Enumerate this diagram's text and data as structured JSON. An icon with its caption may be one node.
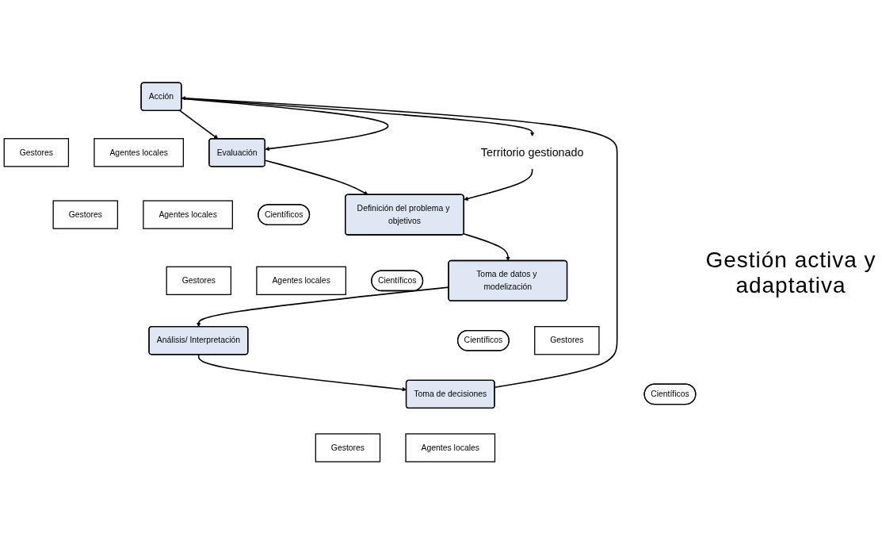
{
  "diagram": {
    "nodes": [
      {
        "text": [
          "Acción"
        ]
      },
      {
        "text": [
          "Gestores"
        ]
      },
      {
        "text": [
          "Agentes locales"
        ]
      },
      {
        "text": [
          "Toma de decisiones"
        ]
      },
      {
        "text": [
          "Gestores"
        ]
      },
      {
        "text": [
          "Agentes locales"
        ]
      },
      {
        "text": [
          "Evaluación"
        ]
      },
      {
        "text": [
          "Gestores"
        ]
      },
      {
        "text": [
          "Agentes locales"
        ]
      },
      {
        "text": [
          "Científicos"
        ]
      },
      {
        "text": [
          "Análisis/ Interpretación"
        ]
      },
      {
        "text": [
          "Científicos"
        ]
      },
      {
        "text": [
          "Territorio gestionado"
        ]
      },
      {
        "text": [
          "Definición del problema y objetivos"
        ]
      },
      {
        "text": [
          "Gestores"
        ]
      },
      {
        "text": [
          "Agentes locales"
        ]
      },
      {
        "text": [
          "Científicos"
        ]
      },
      {
        "text": [
          "Toma de datos y modelización"
        ]
      },
      {
        "text": [
          "Científicos"
        ]
      },
      {
        "text": [
          "Gestores"
        ]
      }
    ],
    "edges": [
      {
        "from": 3,
        "to": 0,
        "arrow": "to"
      },
      {
        "from": 0,
        "to": 6,
        "arrow": "to"
      },
      {
        "from": 6,
        "to": 13,
        "arrow": "to"
      },
      {
        "from": 13,
        "to": 17,
        "arrow": "to"
      },
      {
        "from": 17,
        "to": 10,
        "arrow": "to"
      },
      {
        "from": 10,
        "to": 3,
        "arrow": "to"
      },
      {
        "from": 0,
        "to": 12,
        "arrow": "to"
      },
      {
        "from": 0,
        "to": 6,
        "arrow": "to"
      },
      {
        "from": 12,
        "to": 13,
        "arrow": "to"
      }
    ],
    "labels": [
      "Gestión activa y adaptativa"
    ]
  }
}
